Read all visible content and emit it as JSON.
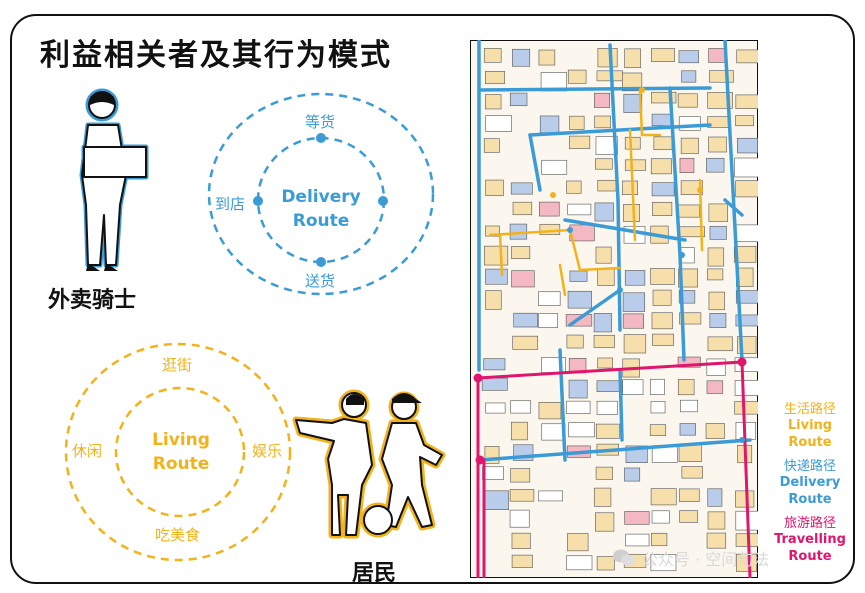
{
  "title": "利益相关者及其行为模式",
  "delivery": {
    "role": "外卖骑士",
    "center_line1": "Delivery",
    "center_line2": "Route",
    "nodes": {
      "top": "等货",
      "left": "到店",
      "bottom": "送货"
    }
  },
  "resident": {
    "role": "居民",
    "center_line1": "Living",
    "center_line2": "Route",
    "nodes": {
      "top": "逛街",
      "left": "休闲",
      "right": "娱乐",
      "bottom": "吃美食"
    }
  },
  "legend": [
    {
      "cn": "生活路径",
      "en1": "Living",
      "en2": "Route",
      "color": "#f2b21a"
    },
    {
      "cn": "快递路径",
      "en1": "Delivery",
      "en2": "Route",
      "color": "#3a9bd6"
    },
    {
      "cn": "旅游路径",
      "en1": "Travelling",
      "en2": "Route",
      "color": "#e0156c"
    }
  ],
  "watermark": "公众号 · 空间句法",
  "colors": {
    "delivery_blue": "#3a9bd6",
    "living_yellow": "#f2b21a",
    "travel_pink": "#e0156c",
    "building_beige": "#f6dfaa",
    "building_blue": "#b9cdea",
    "building_pink": "#f4b8c2"
  },
  "icons": [
    "delivery-rider-figure-icon",
    "children-playing-football-icon",
    "wechat-icon"
  ]
}
